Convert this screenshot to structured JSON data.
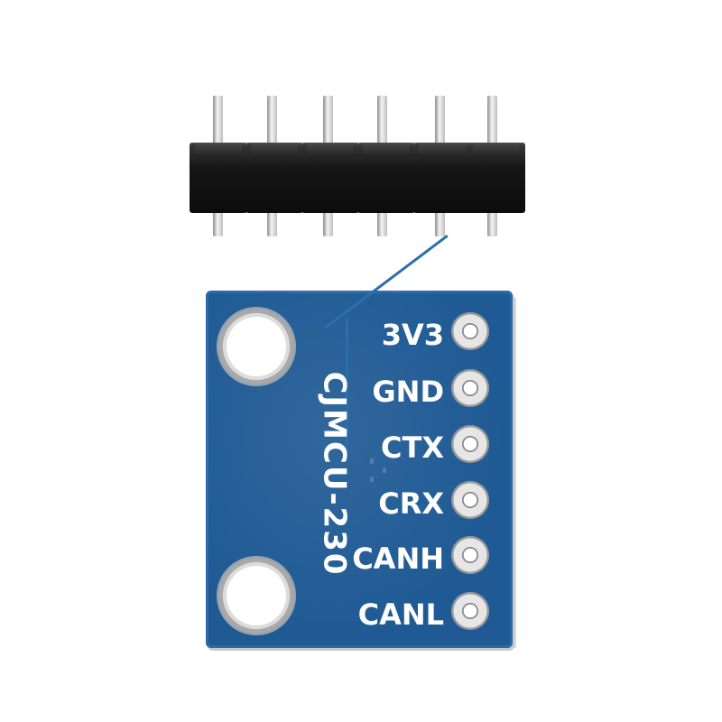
{
  "board": {
    "name": "CJMCU-230",
    "pins": [
      {
        "label": "3V3"
      },
      {
        "label": "GND"
      },
      {
        "label": "CTX"
      },
      {
        "label": "CRX"
      },
      {
        "label": "CANH"
      },
      {
        "label": "CANL"
      }
    ]
  },
  "header": {
    "pin_count": 6
  },
  "colors": {
    "pcb": "#1f5a94",
    "silkscreen": "#ffffff",
    "header_plastic": "#111111",
    "pin_metal": "#d8d8d8"
  }
}
